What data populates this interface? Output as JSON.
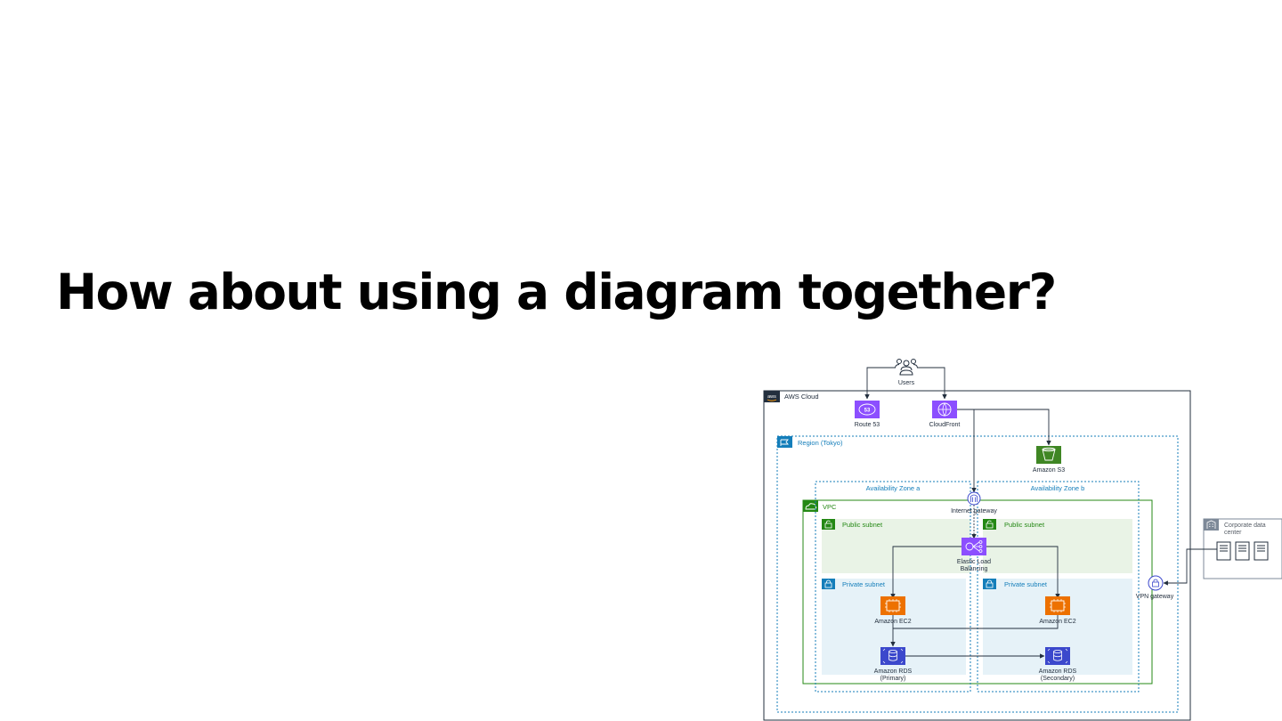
{
  "slide": {
    "title": "How about using a diagram together?"
  },
  "diagram": {
    "users": "Users",
    "aws_cloud": "AWS Cloud",
    "aws_logo": "aws",
    "route53": "Route 53",
    "cloudfront": "CloudFront",
    "region": "Region (Tokyo)",
    "s3": "Amazon S3",
    "az_a": "Availability Zone a",
    "az_b": "Availability Zone b",
    "vpc": "VPC",
    "internet_gateway": "Internet gateway",
    "public_subnet_a": "Public subnet",
    "public_subnet_b": "Public subnet",
    "elb_line1": "Elastic Load",
    "elb_line2": "Balancing",
    "private_subnet_a": "Private subnet",
    "private_subnet_b": "Private subnet",
    "ec2_a": "Amazon EC2",
    "ec2_b": "Amazon EC2",
    "rds_primary_line1": "Amazon RDS",
    "rds_primary_line2": "(Primary)",
    "rds_secondary_line1": "Amazon RDS",
    "rds_secondary_line2": "(Secondary)",
    "vpn_gateway": "VPN gateway",
    "corp_dc_line1": "Corporate data",
    "corp_dc_line2": "center"
  },
  "colors": {
    "route53": "#8c4fff",
    "cloudfront": "#8c4fff",
    "elb": "#8c4fff",
    "s3": "#3f8624",
    "ec2": "#ed7100",
    "rds": "#3b48cc",
    "region": "#147eba",
    "vpc": "#248814",
    "public_subnet_bg": "#e9f3e6",
    "private_subnet_bg": "#e6f2f8"
  }
}
